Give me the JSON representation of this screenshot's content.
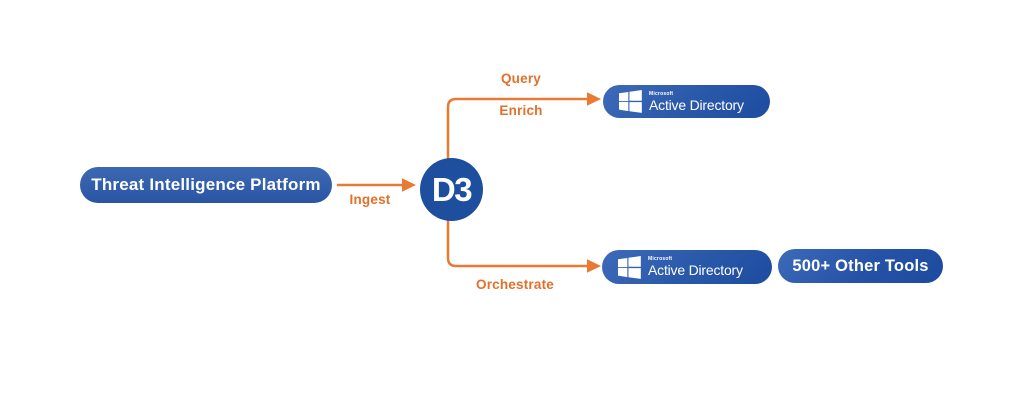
{
  "colors": {
    "arrow": "#e87a33",
    "label_orange": "#e2702b",
    "node_blue": "#2a58a8",
    "node_blue_dark": "#1c4b9d",
    "d3_blue": "#1e4f9e",
    "text_white": "#ffffff"
  },
  "nodes": {
    "source": {
      "label": "Threat Intelligence Platform"
    },
    "hub": {
      "label": "D3"
    },
    "ad_top": {
      "brand": "Microsoft",
      "product": "Active Directory"
    },
    "ad_bottom": {
      "brand": "Microsoft",
      "product": "Active Directory"
    },
    "other_tools": {
      "label": "500+ Other Tools"
    }
  },
  "edges": {
    "ingest": {
      "label": "Ingest"
    },
    "query": {
      "label": "Query"
    },
    "enrich": {
      "label": "Enrich"
    },
    "orchestrate": {
      "label": "Orchestrate"
    }
  }
}
